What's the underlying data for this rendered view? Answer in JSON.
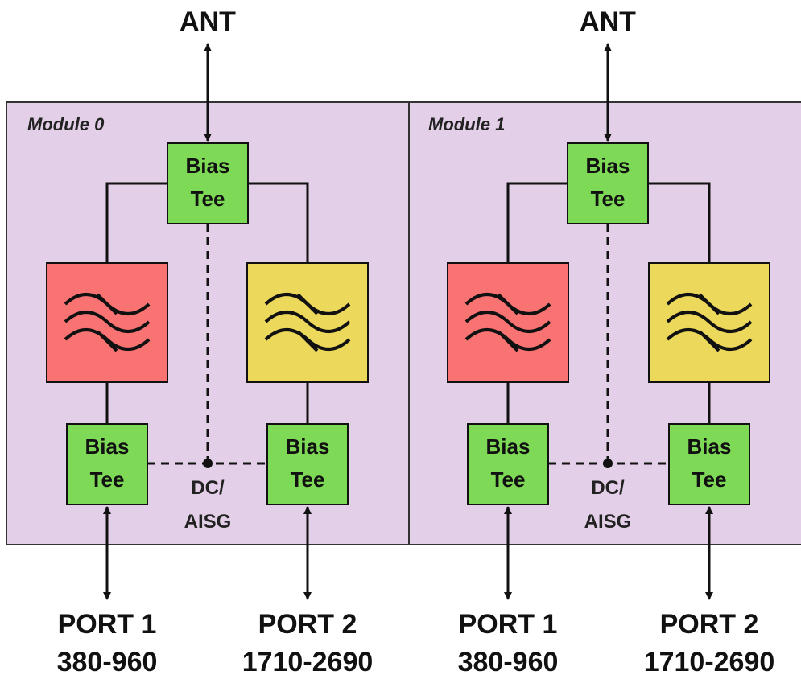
{
  "colors": {
    "module_bg": "#e3cfe7",
    "bias_tee": "#7ed957",
    "filter_low": "#f97373",
    "filter_high": "#ecd85a",
    "line": "#111111"
  },
  "modules": [
    {
      "title": "Module 0",
      "ant_label": "ANT",
      "top_tee": {
        "line1": "Bias",
        "line2": "Tee"
      },
      "left_tee": {
        "line1": "Bias",
        "line2": "Tee"
      },
      "right_tee": {
        "line1": "Bias",
        "line2": "Tee"
      },
      "dc_label": {
        "line1": "DC/",
        "line2": "AISG"
      },
      "left_filter_icon": "bandpass-filter-icon",
      "right_filter_icon": "bandpass-filter-icon",
      "port1": {
        "name": "PORT 1",
        "range": "380-960"
      },
      "port2": {
        "name": "PORT 2",
        "range": "1710-2690"
      }
    },
    {
      "title": "Module 1",
      "ant_label": "ANT",
      "top_tee": {
        "line1": "Bias",
        "line2": "Tee"
      },
      "left_tee": {
        "line1": "Bias",
        "line2": "Tee"
      },
      "right_tee": {
        "line1": "Bias",
        "line2": "Tee"
      },
      "dc_label": {
        "line1": "DC/",
        "line2": "AISG"
      },
      "left_filter_icon": "bandpass-filter-icon",
      "right_filter_icon": "bandpass-filter-icon",
      "port1": {
        "name": "PORT 1",
        "range": "380-960"
      },
      "port2": {
        "name": "PORT 2",
        "range": "1710-2690"
      }
    }
  ]
}
